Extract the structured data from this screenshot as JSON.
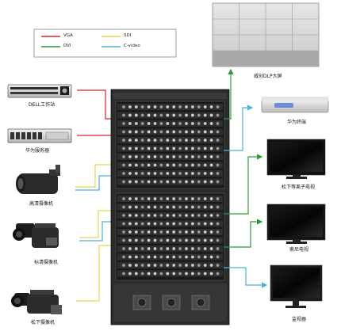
{
  "legend": {
    "items": [
      {
        "label": "VGA",
        "color": "#d9232e"
      },
      {
        "label": "DVI",
        "color": "#2e9b3a"
      },
      {
        "label": "SDI",
        "color": "#e8d64a"
      },
      {
        "label": "C-video",
        "color": "#49b4d6"
      }
    ]
  },
  "inputs": [
    {
      "label": "DELL工作站"
    },
    {
      "label": "华为服务器"
    },
    {
      "label": "高清摄像机"
    },
    {
      "label": "标清摄像机"
    },
    {
      "label": "松下摄像机"
    }
  ],
  "outputs": [
    {
      "label": "威创DLP大屏"
    },
    {
      "label": "华为终端"
    },
    {
      "label": "松下等离子电视"
    },
    {
      "label": "索尼电视"
    },
    {
      "label": "监视器"
    }
  ],
  "colors": {
    "vga": "#d9232e",
    "dvi": "#2e9b3a",
    "sdi": "#e8d64a",
    "cvideo": "#49b4d6",
    "chassis": "#2b2b2b"
  }
}
